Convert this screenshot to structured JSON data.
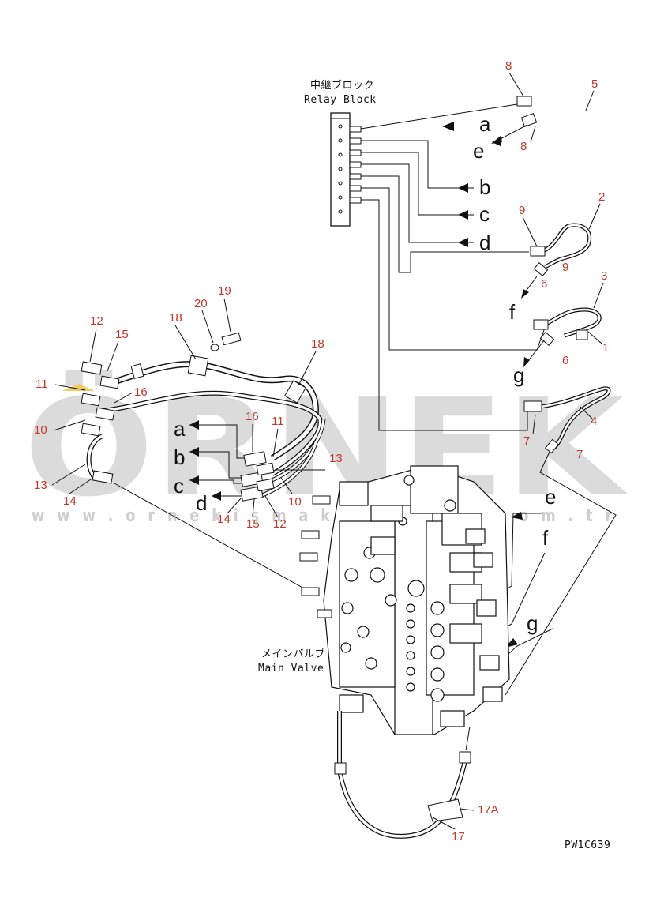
{
  "watermark": {
    "main": "ÖRNEK",
    "url": "w w w . o r n e k i s m a k i n a l a r i . c o m . t r"
  },
  "relay_block": {
    "label_jp": "中継ブロック",
    "label_en": "Relay Block"
  },
  "main_valve": {
    "label_jp": "メインバルブ",
    "label_en": "Main Valve"
  },
  "drawing_code": "PW1C639",
  "connection_letters": {
    "a": "a",
    "b": "b",
    "c": "c",
    "d": "d",
    "e": "e",
    "f": "f",
    "g": "g"
  },
  "part_numbers": {
    "p1": "1",
    "p2": "2",
    "p3": "3",
    "p4": "4",
    "p5": "5",
    "p6": "6",
    "p7": "7",
    "p8": "8",
    "p9": "9",
    "p10": "10",
    "p11": "11",
    "p12": "12",
    "p13": "13",
    "p14": "14",
    "p15": "15",
    "p16": "16",
    "p17": "17",
    "p17a": "17A",
    "p18": "18",
    "p19": "19",
    "p20": "20"
  },
  "colors": {
    "part_number": "#c0392b",
    "line": "#111111",
    "watermark": "#bfbfbf",
    "watermark_accent": "#f0c040"
  }
}
